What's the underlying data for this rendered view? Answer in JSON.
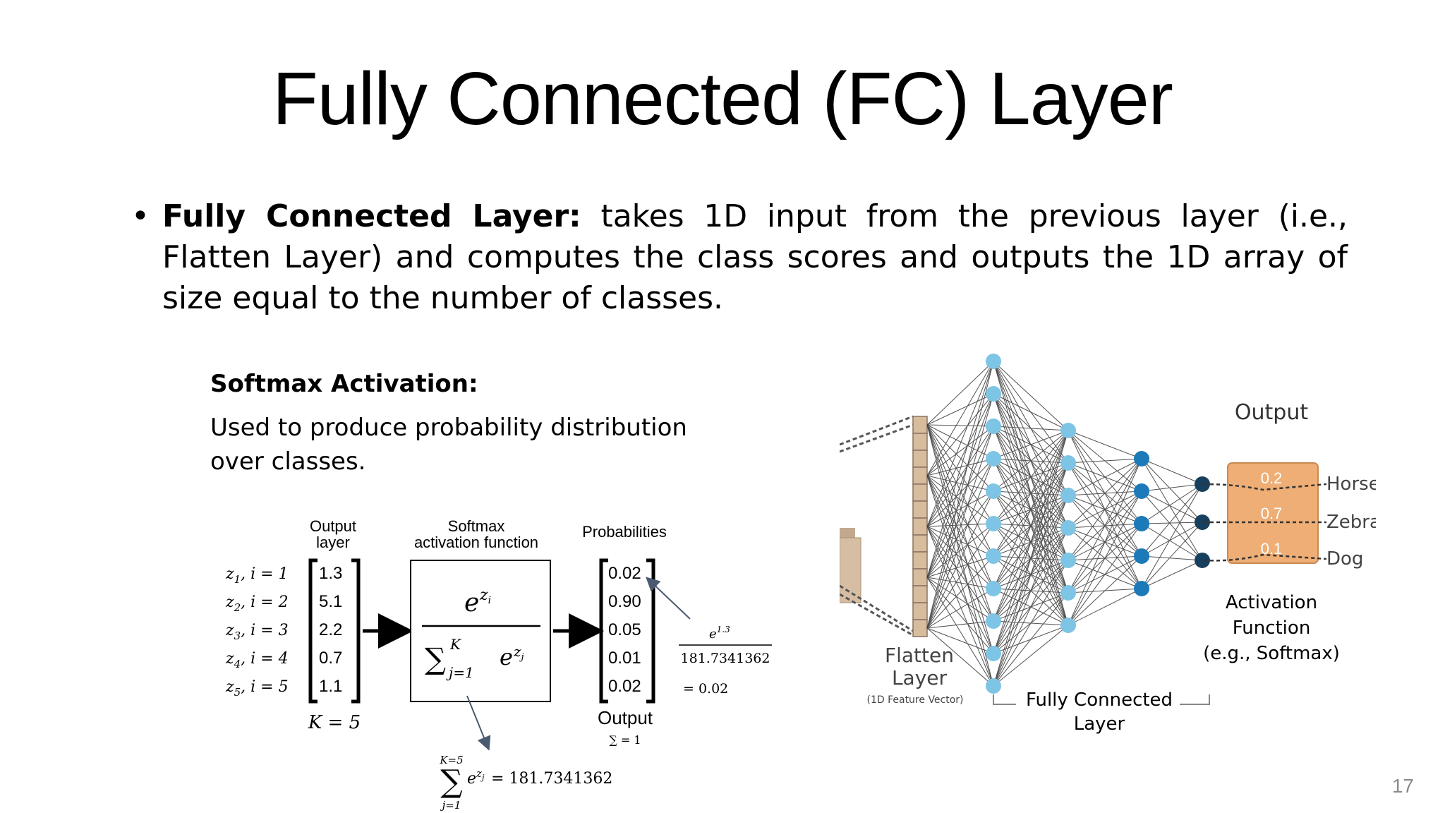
{
  "slide": {
    "title": "Fully Connected (FC) Layer",
    "bullet_bold": "Fully Connected Layer:",
    "bullet_text": " takes 1D input from the previous layer (i.e., Flatten Layer) and computes the class scores and outputs the 1D array of size equal to the number of classes.",
    "page_number": "17"
  },
  "softmax": {
    "heading": "Softmax Activation:",
    "description": "Used to produce probability distribution over classes.",
    "output_layer_label": [
      "Output",
      "layer"
    ],
    "function_label": [
      "Softmax",
      "activation function"
    ],
    "probabilities_label": "Probabilities",
    "z_labels": [
      {
        "z": "z",
        "sub": "1",
        "rest": ",  i = 1"
      },
      {
        "z": "z",
        "sub": "2",
        "rest": ",  i = 2"
      },
      {
        "z": "z",
        "sub": "3",
        "rest": ",  i = 3"
      },
      {
        "z": "z",
        "sub": "4",
        "rest": ",  i = 4"
      },
      {
        "z": "z",
        "sub": "5",
        "rest": ",  i = 5"
      }
    ],
    "inputs": [
      "1.3",
      "5.1",
      "2.2",
      "0.7",
      "1.1"
    ],
    "probabilities": [
      "0.02",
      "0.90",
      "0.05",
      "0.01",
      "0.02"
    ],
    "k_label": "K = 5",
    "output_label": "Output",
    "sum_one": "∑ = 1",
    "example_numerator": "e",
    "example_exponent": "1.3",
    "example_denominator": "181.7341362",
    "example_result": "= 0.02",
    "sum_top": "K=5",
    "sum_bottom": "j=1",
    "sum_result": "= 181.7341362"
  },
  "network": {
    "output_title": "Output",
    "output_values": [
      "0.2",
      "0.7",
      "0.1"
    ],
    "classes": [
      "Horse",
      "Zebra",
      "Dog"
    ],
    "activation_label": [
      "Activation",
      "Function",
      "(e.g., Softmax)"
    ],
    "flatten_label": [
      "Flatten",
      "Layer"
    ],
    "flatten_sub": "(1D Feature Vector)",
    "fc_label": [
      "Fully Connected",
      "Layer"
    ],
    "colors": {
      "light_node": "#7ec4e4",
      "mid_node": "#3d9fd3",
      "dark_node": "#1d7ab8",
      "output_node": "#17405e",
      "output_box": "#eeae75",
      "flatten": "#d7bc9e"
    }
  }
}
